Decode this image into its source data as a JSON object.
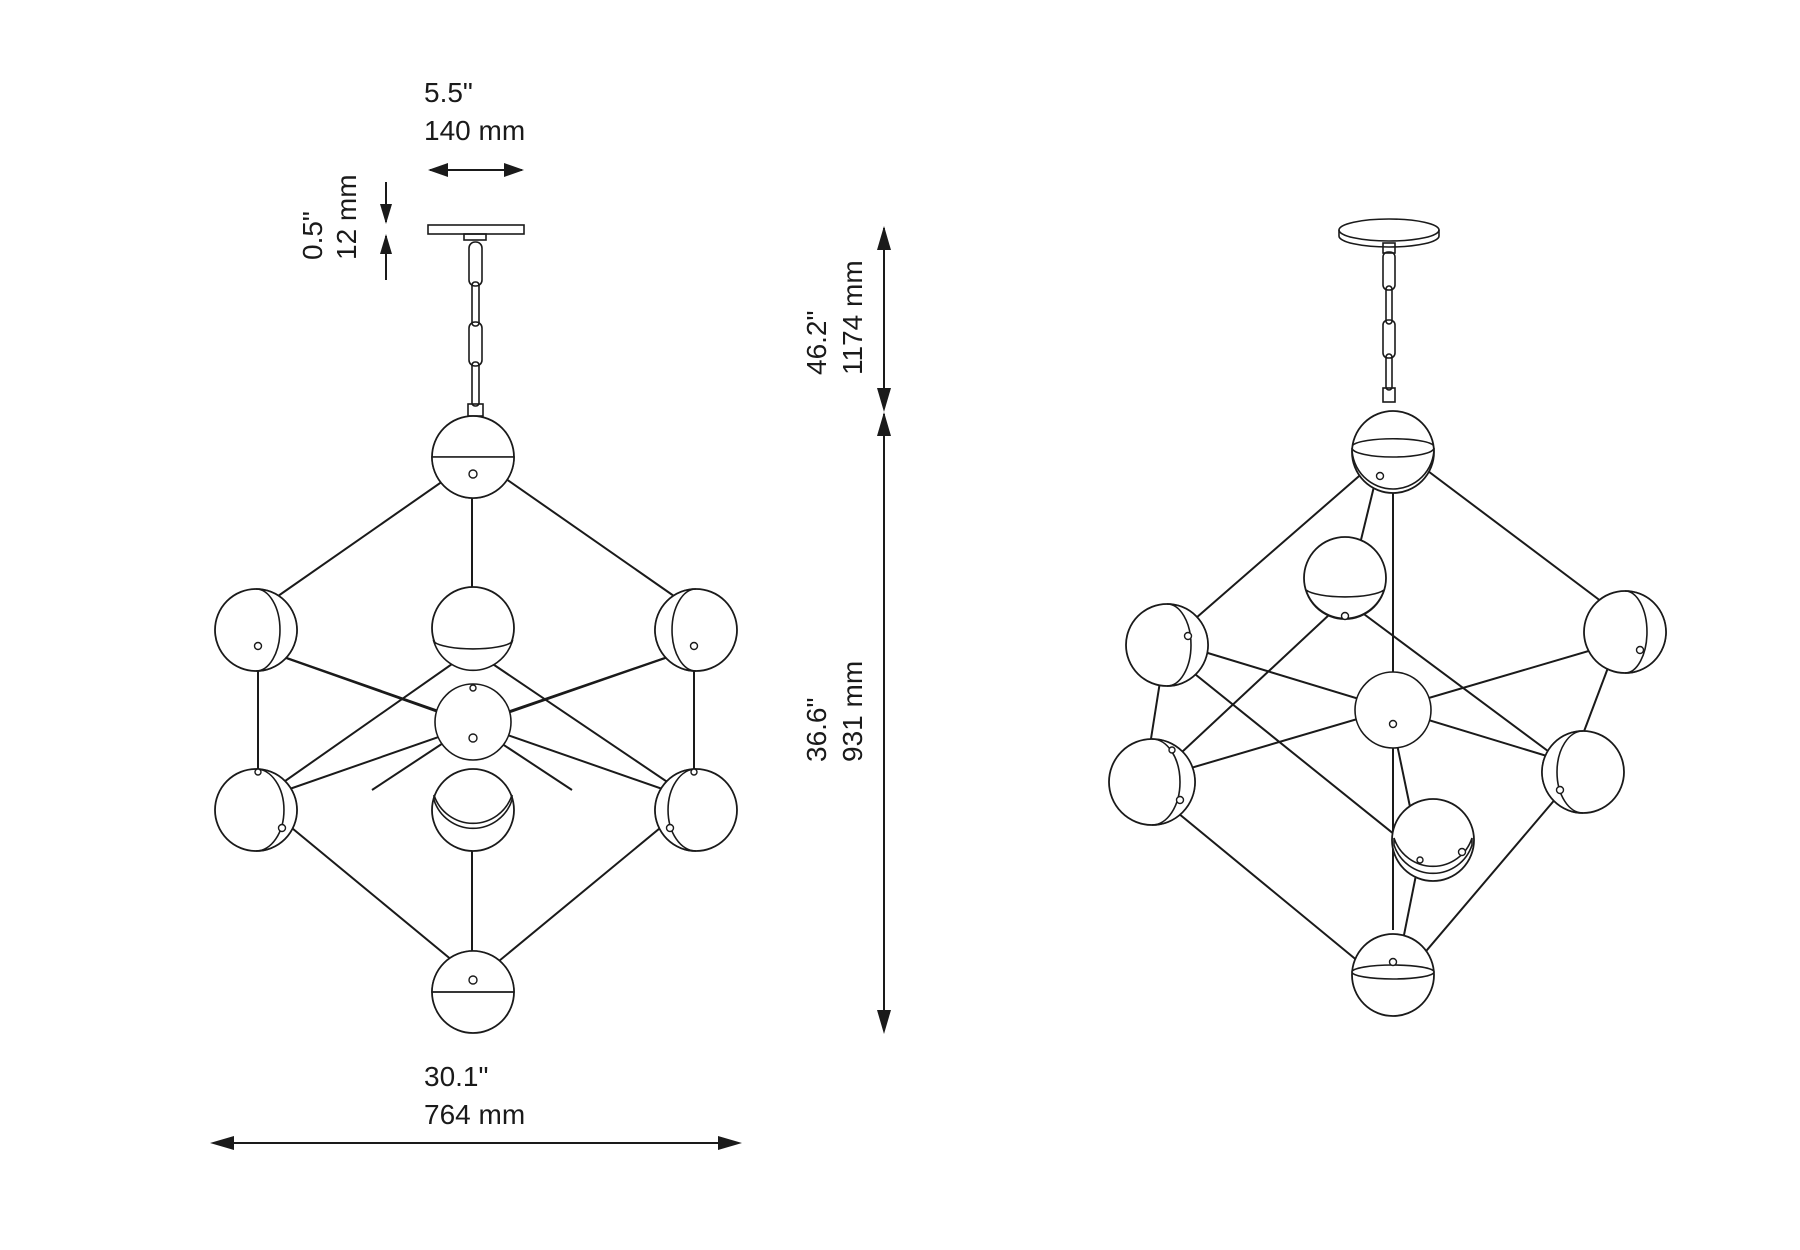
{
  "dimensions": {
    "canopy_width": {
      "imperial": "5.5\"",
      "metric": "140 mm"
    },
    "canopy_height": {
      "imperial": "0.5\"",
      "metric": "12 mm"
    },
    "overall_height": {
      "imperial": "46.2\"",
      "metric": "1174 mm"
    },
    "fixture_height": {
      "imperial": "36.6\"",
      "metric": "931 mm"
    },
    "fixture_width": {
      "imperial": "30.1\"",
      "metric": "764 mm"
    }
  },
  "colors": {
    "line": "#1a1a1a",
    "background": "#ffffff"
  }
}
